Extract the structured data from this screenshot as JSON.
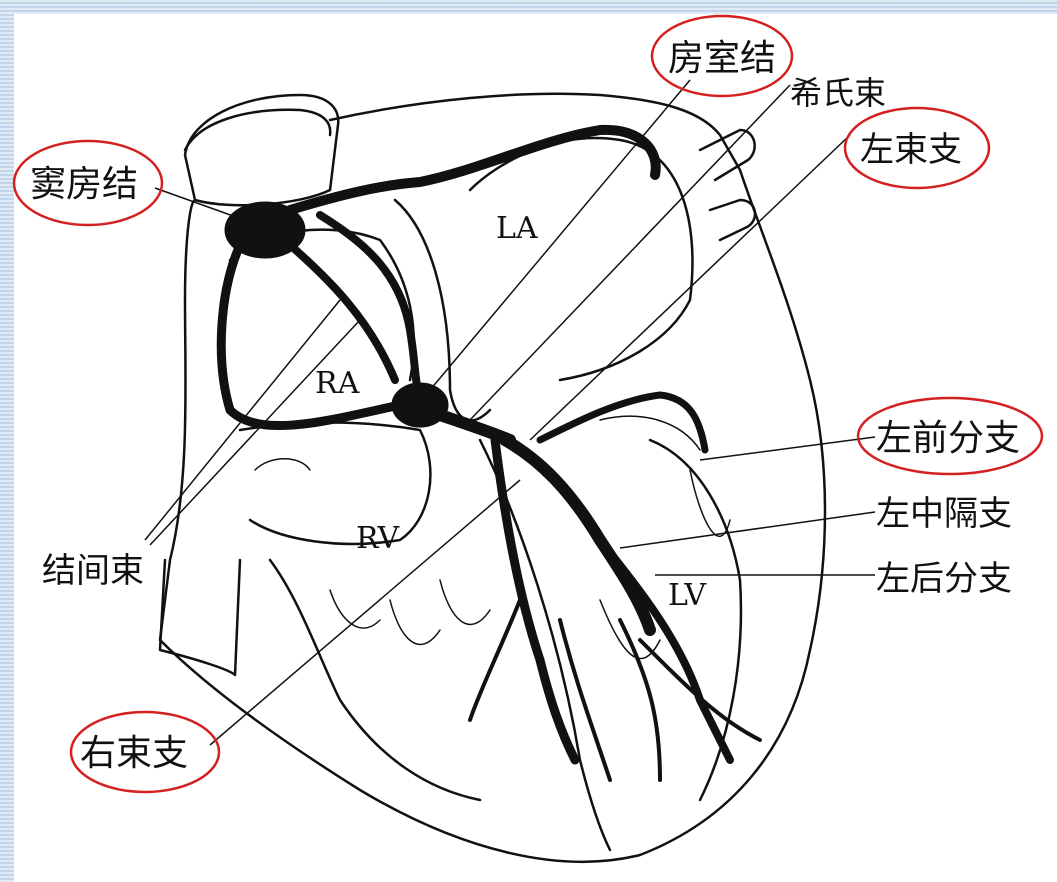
{
  "labels": {
    "sinoatrial_node": "窦房结",
    "av_node": "房室结",
    "his_bundle": "希氏束",
    "left_bundle_branch": "左束支",
    "left_anterior_fascicle": "左前分支",
    "left_septal_fascicle": "左中隔支",
    "left_posterior_fascicle": "左后分支",
    "internodal_tracts": "结间束",
    "right_bundle_branch": "右束支"
  },
  "chambers": {
    "la": "LA",
    "ra": "RA",
    "rv": "RV",
    "lv": "LV"
  },
  "highlight_color": "#d42020"
}
